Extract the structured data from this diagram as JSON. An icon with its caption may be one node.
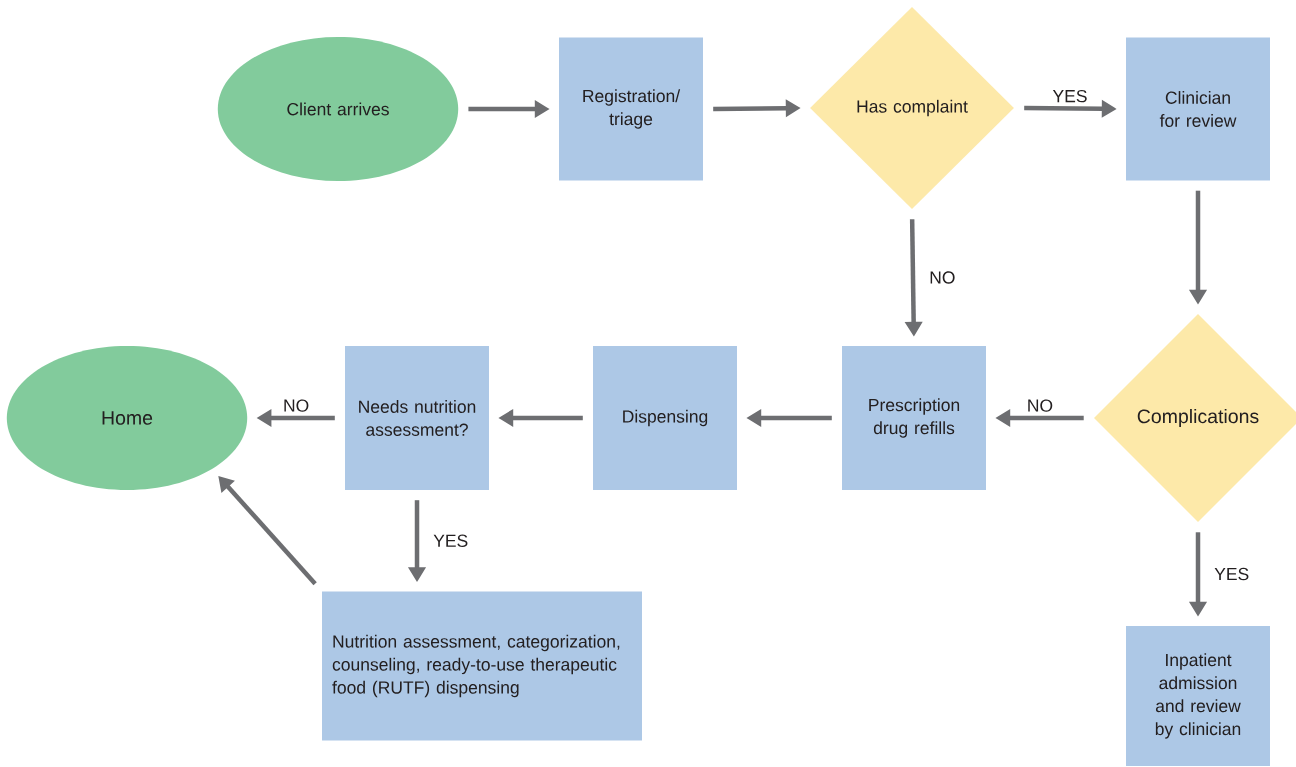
{
  "diagram": {
    "nodes": [
      {
        "text": [
          "Client arrives"
        ]
      },
      {
        "text": [
          "Registration/ triage"
        ]
      },
      {
        "text": [
          "Has complaint"
        ]
      },
      {
        "text": [
          "Clinician for review"
        ]
      },
      {
        "text": [
          "Complications"
        ]
      },
      {
        "text": [
          "Prescription drug refills"
        ]
      },
      {
        "text": [
          "Dispensing"
        ]
      },
      {
        "text": [
          "Needs nutrition assessment?"
        ]
      },
      {
        "text": [
          "Home"
        ]
      },
      {
        "text": [
          "Nutrition assessment, categorization, counseling, ready-to-use therapeutic food (RUTF) dispensing"
        ]
      },
      {
        "text": [
          "Inpatient admission and review by clinician"
        ]
      }
    ],
    "edges": [
      {
        "from": 0,
        "to": 1,
        "arrow": "to"
      },
      {
        "from": 1,
        "to": 2,
        "arrow": "to"
      },
      {
        "from": 2,
        "to": 3,
        "arrow": "to",
        "label": "YES"
      },
      {
        "from": 2,
        "to": 5,
        "arrow": "to",
        "label": "NO"
      },
      {
        "from": 3,
        "to": 4,
        "arrow": "to"
      },
      {
        "from": 4,
        "to": 5,
        "arrow": "to",
        "label": "NO"
      },
      {
        "from": 4,
        "to": 10,
        "arrow": "to",
        "label": "YES"
      },
      {
        "from": 5,
        "to": 6,
        "arrow": "to"
      },
      {
        "from": 6,
        "to": 7,
        "arrow": "to"
      },
      {
        "from": 7,
        "to": 8,
        "arrow": "to",
        "label": "NO"
      },
      {
        "from": 7,
        "to": 9,
        "arrow": "to",
        "label": "YES"
      },
      {
        "from": 9,
        "to": 8,
        "arrow": "to"
      }
    ]
  }
}
